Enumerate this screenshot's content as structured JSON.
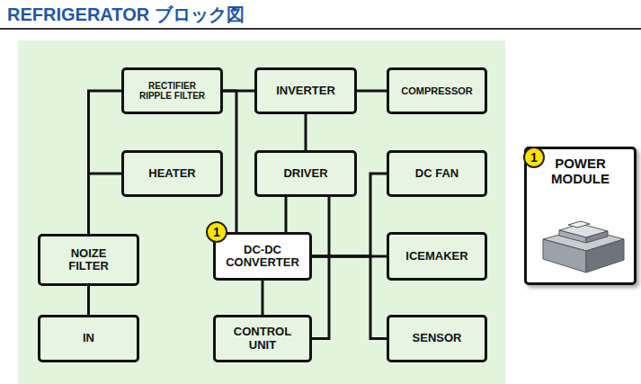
{
  "diagram": {
    "title": "REFRIGERATOR ブロック図",
    "nodes": [
      {
        "text": [
          "RECTIFIER RIPPLE FILTER"
        ]
      },
      {
        "text": [
          "INVERTER"
        ]
      },
      {
        "text": [
          "COMPRESSOR"
        ]
      },
      {
        "text": [
          "HEATER"
        ]
      },
      {
        "text": [
          "DRIVER"
        ]
      },
      {
        "text": [
          "DC FAN"
        ]
      },
      {
        "text": [
          "NOIZE FILTER"
        ]
      },
      {
        "text": [
          "DC-DC CONVERTER"
        ]
      },
      {
        "text": [
          "ICEMAKER"
        ]
      },
      {
        "text": [
          "IN"
        ]
      },
      {
        "text": [
          "CONTROL UNIT"
        ]
      },
      {
        "text": [
          "SENSOR"
        ]
      },
      {
        "text": [
          "POWER MODULE"
        ]
      }
    ],
    "edges": [
      {
        "from": 9,
        "to": 6,
        "arrow": "none"
      },
      {
        "from": 6,
        "to": 0,
        "arrow": "none"
      },
      {
        "from": 6,
        "to": 3,
        "arrow": "none"
      },
      {
        "from": 0,
        "to": 1,
        "arrow": "none"
      },
      {
        "from": 1,
        "to": 2,
        "arrow": "none"
      },
      {
        "from": 1,
        "to": 4,
        "arrow": "none"
      },
      {
        "from": 0,
        "to": 7,
        "arrow": "none"
      },
      {
        "from": 4,
        "to": 7,
        "arrow": "none"
      },
      {
        "from": 4,
        "to": 10,
        "arrow": "none"
      },
      {
        "from": 7,
        "to": 10,
        "arrow": "none"
      },
      {
        "from": 7,
        "to": 5,
        "arrow": "none"
      },
      {
        "from": 7,
        "to": 8,
        "arrow": "none"
      },
      {
        "from": 7,
        "to": 11,
        "arrow": "none"
      }
    ],
    "labels": [
      "1",
      "1"
    ]
  }
}
